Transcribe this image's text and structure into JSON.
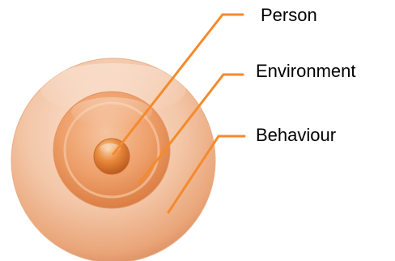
{
  "diagram": {
    "labels": {
      "person": "Person",
      "environment": "Environment",
      "behaviour": "Behaviour"
    },
    "colors": {
      "ring_outer": "#f2c3a4",
      "ring_middle": "#ec9d68",
      "ring_core": "#d96b28",
      "leader_line": "#f58a2c",
      "text": "#000000"
    }
  }
}
